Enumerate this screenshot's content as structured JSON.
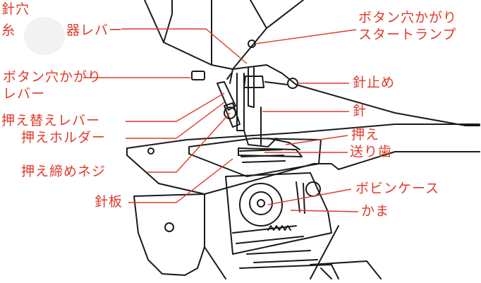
{
  "labels": {
    "needle_threader_line1": "針穴",
    "needle_threader_line2_a": "糸",
    "needle_threader_line2_b": "器レバー",
    "buttonhole_lever_line1": "ボタン穴かがり",
    "buttonhole_lever_line2": "レバー",
    "presser_change_lever": "押え替えレバー",
    "presser_holder": "押えホルダー",
    "presser_screw": "押え締めネジ",
    "needle_plate": "針板",
    "buttonhole_lamp_line1": "ボタン穴かがり",
    "buttonhole_lamp_line2": "スタートランプ",
    "needle_clamp": "針止め",
    "needle": "針",
    "presser_foot": "押え",
    "feed_dog": "送り歯",
    "bobbin_case": "ボビンケース",
    "hook": "かま"
  },
  "colors": {
    "label": "#e03a2a",
    "leader": "#e03a2a",
    "line_art": "#1a1a1a",
    "background": "#ffffff"
  }
}
